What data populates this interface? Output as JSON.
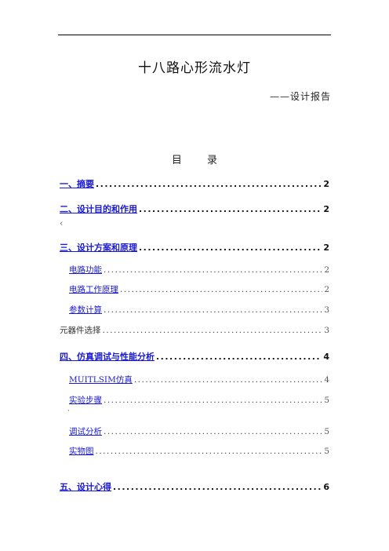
{
  "title": "十八路心形流水灯",
  "subtitle": "——设计报告",
  "toc_heading": "目 录",
  "toc": {
    "e1": {
      "label": "一、摘要",
      "page": "2"
    },
    "e2": {
      "label": "二、设计目的和作用",
      "page": "2"
    },
    "stray1": "‹",
    "e3": {
      "label": "三、设计方案和原理",
      "page": "2"
    },
    "e3a": {
      "label": "电路功能",
      "page": "2"
    },
    "e3b": {
      "label": "电路工作原理",
      "page": "2"
    },
    "e3c": {
      "label": "参数计算",
      "page": "3"
    },
    "e3d": {
      "label": "元器件选择",
      "page": "3"
    },
    "e4": {
      "label": "四、仿真调试与性能分析",
      "page": "4"
    },
    "e4a": {
      "label": "MUITLSIM仿真",
      "page": "4"
    },
    "e4b": {
      "label": "实验步骤",
      "page": "5"
    },
    "stray2": "·",
    "e4c": {
      "label": "调试分析",
      "page": "5"
    },
    "e4d": {
      "label": "实物图",
      "page": "5"
    },
    "e5": {
      "label": "五、设计心得",
      "page": "6"
    }
  },
  "leader": "...................................................................................................."
}
